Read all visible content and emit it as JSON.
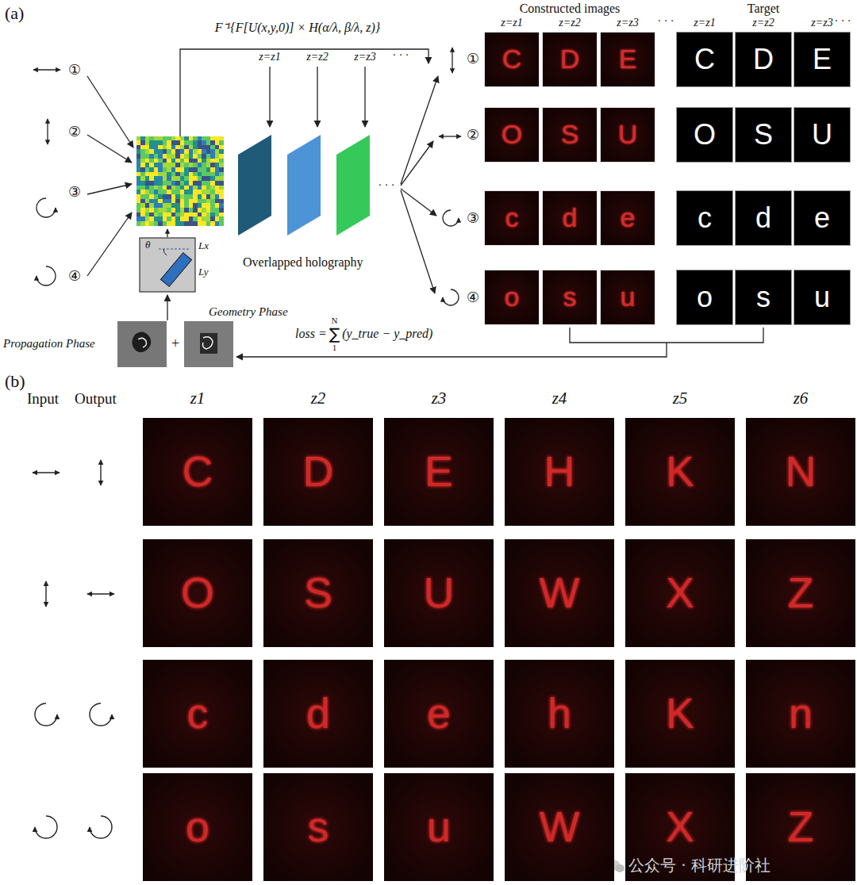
{
  "diagram": {
    "nodes": [
      {
        "text": [
          "C"
        ]
      },
      {
        "text": [
          "D"
        ]
      },
      {
        "text": [
          "E"
        ]
      },
      {
        "text": [
          "C"
        ]
      },
      {
        "text": [
          "D"
        ]
      },
      {
        "text": [
          "E"
        ]
      },
      {
        "text": [
          "O"
        ]
      },
      {
        "text": [
          "S"
        ]
      },
      {
        "text": [
          "U"
        ]
      },
      {
        "text": [
          "O"
        ]
      },
      {
        "text": [
          "S"
        ]
      },
      {
        "text": [
          "U"
        ]
      },
      {
        "text": [
          "c"
        ]
      },
      {
        "text": [
          "d"
        ]
      },
      {
        "text": [
          "e"
        ]
      },
      {
        "text": [
          "c"
        ]
      },
      {
        "text": [
          "d"
        ]
      },
      {
        "text": [
          "e"
        ]
      },
      {
        "text": [
          "o"
        ]
      },
      {
        "text": [
          "s"
        ]
      },
      {
        "text": [
          "u"
        ]
      },
      {
        "text": [
          "o"
        ]
      },
      {
        "text": [
          "s"
        ]
      },
      {
        "text": [
          "u"
        ]
      },
      {
        "text": [
          "C"
        ]
      },
      {
        "text": [
          "D"
        ]
      },
      {
        "text": [
          "E"
        ]
      },
      {
        "text": [
          "H"
        ]
      },
      {
        "text": [
          "K"
        ]
      },
      {
        "text": [
          "N"
        ]
      },
      {
        "text": [
          "O"
        ]
      },
      {
        "text": [
          "S"
        ]
      },
      {
        "text": [
          "U"
        ]
      },
      {
        "text": [
          "W"
        ]
      },
      {
        "text": [
          "X"
        ]
      },
      {
        "text": [
          "Z"
        ]
      },
      {
        "text": [
          "c"
        ]
      },
      {
        "text": [
          "d"
        ]
      },
      {
        "text": [
          "e"
        ]
      },
      {
        "text": [
          "h"
        ]
      },
      {
        "text": [
          "K"
        ]
      },
      {
        "text": [
          "n"
        ]
      },
      {
        "text": [
          "o"
        ]
      },
      {
        "text": [
          "s"
        ]
      },
      {
        "text": [
          "u"
        ]
      },
      {
        "text": [
          "W"
        ]
      },
      {
        "text": [
          "X"
        ]
      },
      {
        "text": [
          "Z"
        ]
      }
    ],
    "labels": [
      "(a)",
      "F⁻¹{F[U(x,y,0)] × H(α/λ, β/λ, z)}",
      "z=z1",
      "z=z2",
      "z=z3",
      "· · ·",
      "①",
      "②",
      "③",
      "④",
      "Constructed images",
      "Target",
      "z=z1",
      "z=z2",
      "z=z3",
      "· · ·",
      "z=z1",
      "z=z2",
      "z=z3",
      "· · ·",
      "①",
      "②",
      "③",
      "④",
      "θ",
      "Lx",
      "Ly",
      "Overlapped holography",
      "· · ·",
      "Geometry Phase",
      "Propagation Phase",
      "+",
      "loss =",
      "∑",
      "N",
      "1",
      "(y_true − y_pred)",
      "(b)",
      "Input",
      "Output",
      "z1",
      "z2",
      "z3",
      "z4",
      "z5",
      "z6",
      "公众号 · 科研进阶社"
    ]
  }
}
